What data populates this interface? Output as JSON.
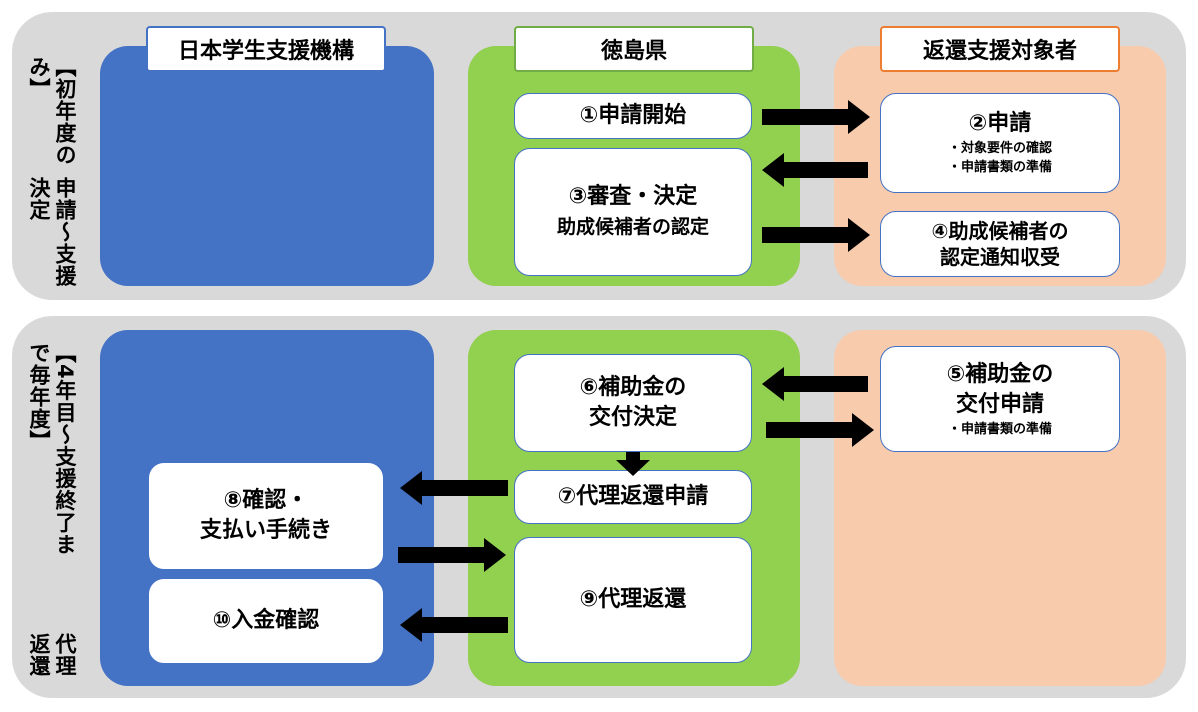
{
  "headers": {
    "jasso": "日本学生支援機構",
    "prefecture": "徳島県",
    "recipient": "返還支援対象者"
  },
  "section1": {
    "label_main": "申請～支援決定",
    "label_sub": "【初年度のみ】",
    "step1": "①申請開始",
    "step2": {
      "title": "②申請",
      "items": [
        "・対象要件の確認",
        "・申請書類の準備"
      ]
    },
    "step3": {
      "title": "③審査・決定",
      "subtitle": "助成候補者の認定"
    },
    "step4": {
      "line1": "④助成候補者の",
      "line2": "認定通知収受"
    }
  },
  "section2": {
    "label_main": "代理返還",
    "label_sub": "【4年目～支援終了まで毎年度】",
    "step5": {
      "line1": "⑤補助金の",
      "line2": "交付申請",
      "items": [
        "・申請書類の準備"
      ]
    },
    "step6": {
      "line1": "⑥補助金の",
      "line2": "交付決定"
    },
    "step7": "⑦代理返還申請",
    "step8": {
      "line1": "⑧確認・",
      "line2": "支払い手続き"
    },
    "step9": "⑨代理返還",
    "step10": "⑩入金確認"
  },
  "colors": {
    "section_bg": "#d9d9d9",
    "jasso": "#4472c4",
    "prefecture": "#92d050",
    "recipient": "#f8cbad",
    "recipient_border": "#ed7d31",
    "arrow": "#000000"
  }
}
